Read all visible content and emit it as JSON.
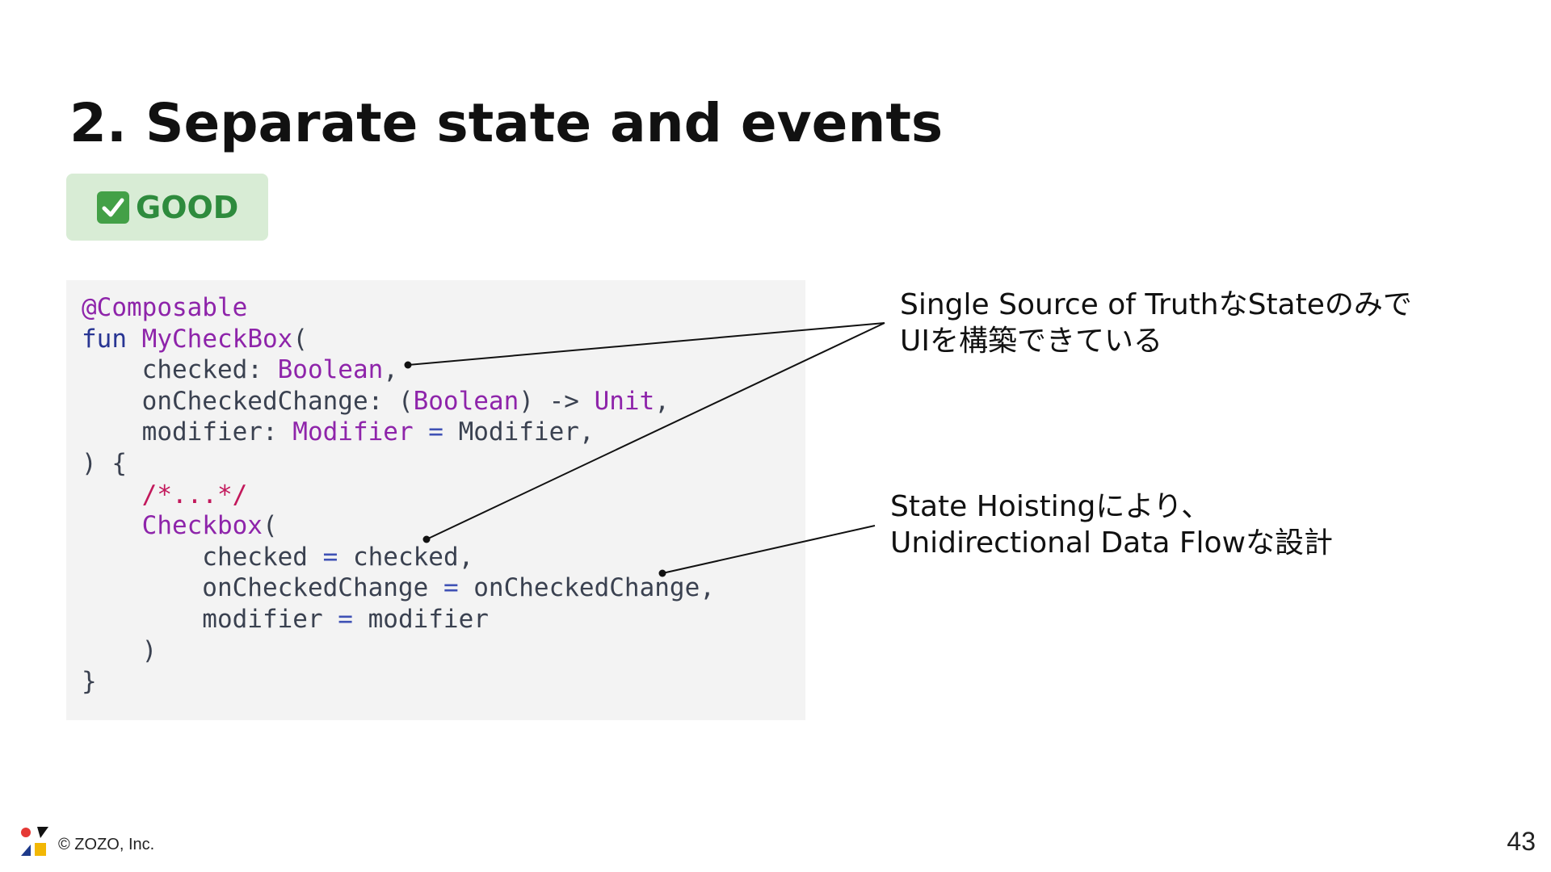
{
  "slide": {
    "title": "2. Separate state and events",
    "page_number": "43",
    "copyright": "© ZOZO, Inc."
  },
  "badge": {
    "label": "GOOD",
    "icon": "check-box-icon",
    "color_text": "#2e8b3d",
    "color_background": "#d8ecd5"
  },
  "code": {
    "lines": [
      {
        "t0": "@Composable"
      },
      {
        "t0": "fun",
        "t1": " ",
        "t2": "MyCheckBox",
        "t3": "("
      },
      {
        "t0": "    checked: ",
        "t1": "Boolean",
        "t2": ","
      },
      {
        "t0": "    onCheckedChange: (",
        "t1": "Boolean",
        "t2": ") -> ",
        "t3": "Unit",
        "t4": ","
      },
      {
        "t0": "    modifier: ",
        "t1": "Modifier",
        "t2": " = ",
        "t3": "Modifier,"
      },
      {
        "t0": ") {"
      },
      {
        "t0": "    ",
        "t1": "/*...*/"
      },
      {
        "t0": "    ",
        "t1": "Checkbox",
        "t2": "("
      },
      {
        "t0": "        checked ",
        "t1": "=",
        "t2": " checked,"
      },
      {
        "t0": "        onCheckedChange ",
        "t1": "=",
        "t2": " onCheckedChange,"
      },
      {
        "t0": "        modifier ",
        "t1": "=",
        "t2": " modifier"
      },
      {
        "t0": "    )"
      },
      {
        "t0": "}"
      }
    ]
  },
  "callouts": {
    "first": {
      "line1": "Single Source of TruthなStateのみで",
      "line2": "UIを構築できている"
    },
    "second": {
      "line1": "State Hoistingにより、",
      "line2": "Unidirectional Data Flowな設計"
    }
  },
  "colors": {
    "keyword": "#283593",
    "type": "#8e24aa",
    "comment": "#c2185b",
    "code_background": "#f3f3f3"
  }
}
